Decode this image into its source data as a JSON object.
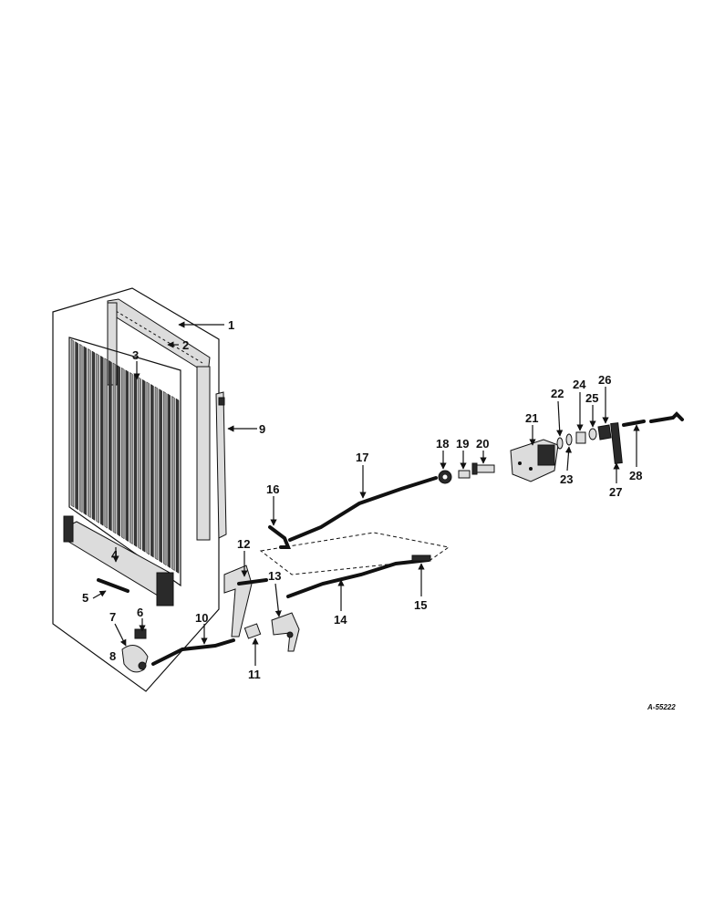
{
  "diagram": {
    "reference_code": "A-55222",
    "callouts": [
      "1",
      "2",
      "3",
      "4",
      "5",
      "6",
      "7",
      "8",
      "9",
      "10",
      "11",
      "12",
      "13",
      "14",
      "15",
      "16",
      "17",
      "18",
      "19",
      "20",
      "21",
      "22",
      "23",
      "24",
      "25",
      "26",
      "27",
      "28"
    ]
  }
}
